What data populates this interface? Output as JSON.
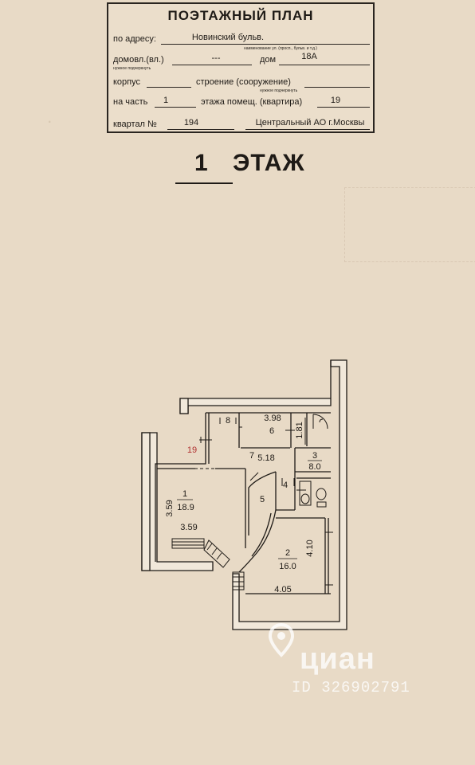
{
  "header": {
    "title": "ПОЭТАЖНЫЙ ПЛАН",
    "address_label": "по адресу:",
    "address_value": "Новинский бульв.",
    "address_hint": "наименование ул. (просп., бульв. и т.д.)",
    "house_label": "домовл.(вл.)",
    "house_value": "---",
    "house_hint": "нужное подчеркнуть",
    "dom_label": "дом",
    "dom_value": "18А",
    "korpus_label": "корпус",
    "building_label": "строение (сооружение)",
    "building_hint": "нужное подчеркнуть",
    "part_label": "на часть",
    "part_value": "1",
    "floor_label": "этажа помещ. (квартира)",
    "floor_value": "19",
    "quarter_label": "квартал №",
    "quarter_value": "194",
    "district_value": "Центральный АО г.Москвы"
  },
  "floor": {
    "number": "1",
    "label": "ЭТАЖ"
  },
  "plan": {
    "apartment_number": "19",
    "rooms": [
      {
        "id": "1",
        "area": "18.9"
      },
      {
        "id": "2",
        "area": "16.0"
      },
      {
        "id": "3",
        "area": "8.0"
      },
      {
        "id": "4",
        "area": ""
      },
      {
        "id": "5",
        "area": ""
      },
      {
        "id": "6",
        "area": ""
      },
      {
        "id": "7",
        "area": "5.18"
      },
      {
        "id": "8",
        "area": ""
      }
    ],
    "dimensions": {
      "room1_height": "3.59",
      "room1_width": "3.59",
      "room2_height": "4.10",
      "room2_width": "4.05",
      "room6_width": "3.98",
      "room6_height": "1.81"
    }
  },
  "watermark": {
    "brand": "циан",
    "id_text": "ID 326902791"
  },
  "colors": {
    "paper": "#e8dac6",
    "ink": "#1e1a16",
    "wall_fill": "#f1e8da",
    "apt_number": "#b03030"
  }
}
